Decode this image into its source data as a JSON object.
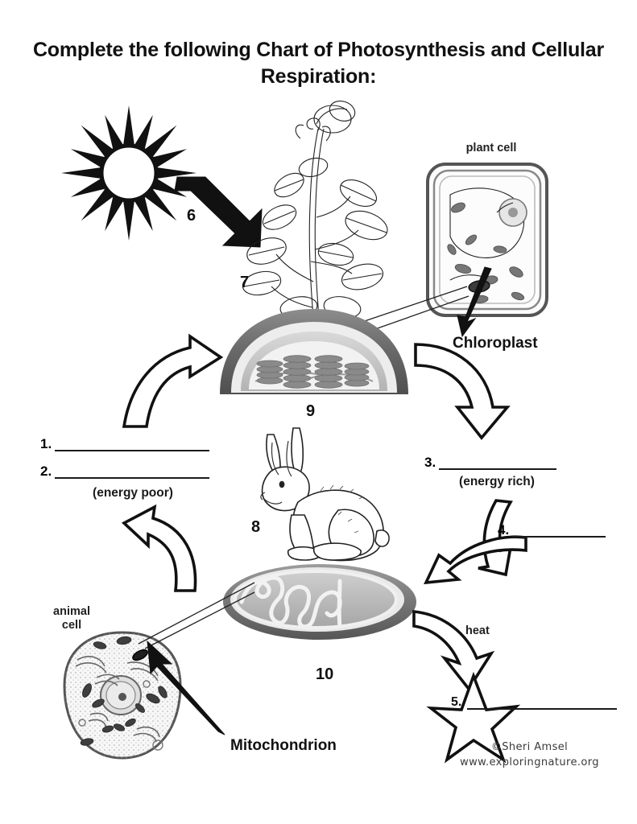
{
  "worksheet": {
    "title": "Complete the following Chart of Photosynthesis and Cellular Respiration:"
  },
  "blanks": [
    {
      "number": "1.",
      "answer": "",
      "group": "energy-poor"
    },
    {
      "number": "2.",
      "answer": "",
      "group": "energy-poor"
    },
    {
      "number": "3.",
      "answer": "",
      "group": "energy-rich"
    },
    {
      "number": "4.",
      "answer": "",
      "group": "right-arrow"
    },
    {
      "number": "5.",
      "answer": "",
      "group": "heat-star"
    }
  ],
  "captions": {
    "energy_poor": "(energy poor)",
    "energy_rich": "(energy rich)",
    "heat": "heat"
  },
  "labels": {
    "plant_cell": "plant cell",
    "chloroplast": "Chloroplast",
    "mitochondrion": "Mitochondrion",
    "animal_cell_line1": "animal",
    "animal_cell_line2": "cell"
  },
  "step_numbers": {
    "sunlight_arrow": "6",
    "plant": "7",
    "animal": "8",
    "chloroplast_organelle": "9",
    "mitochondrion_organelle": "10"
  },
  "credit": {
    "author": "©Sheri Amsel",
    "website": "www.exploringnature.org"
  },
  "colors": {
    "ink": "#111111",
    "paper": "#ffffff",
    "organelle_dark": "#6e6e6e",
    "organelle_mid": "#9a9a9a",
    "organelle_light": "#d6d6d6"
  }
}
